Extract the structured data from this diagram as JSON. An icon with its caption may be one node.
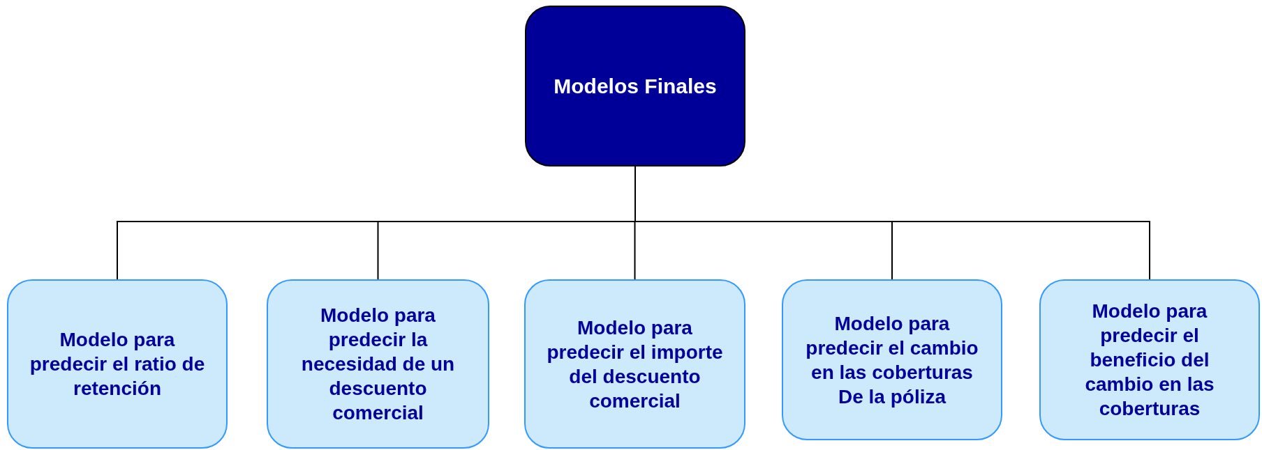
{
  "diagram": {
    "nodes": [
      {
        "text": [
          "Modelos Finales"
        ]
      },
      {
        "text": [
          "Modelo para predecir el ratio de retención"
        ]
      },
      {
        "text": [
          "Modelo para predecir la necesidad de un descuento comercial"
        ]
      },
      {
        "text": [
          "Modelo para predecir el importe del descuento comercial"
        ]
      },
      {
        "text": [
          "Modelo para predecir el cambio en las coberturas De la póliza"
        ]
      },
      {
        "text": [
          "Modelo para predecir el beneficio del cambio en las coberturas"
        ]
      }
    ],
    "edges": [
      {
        "from": 0,
        "to": 1,
        "arrow": "none"
      },
      {
        "from": 0,
        "to": 2,
        "arrow": "none"
      },
      {
        "from": 0,
        "to": 3,
        "arrow": "none"
      },
      {
        "from": 0,
        "to": 4,
        "arrow": "none"
      },
      {
        "from": 0,
        "to": 5,
        "arrow": "none"
      }
    ]
  }
}
